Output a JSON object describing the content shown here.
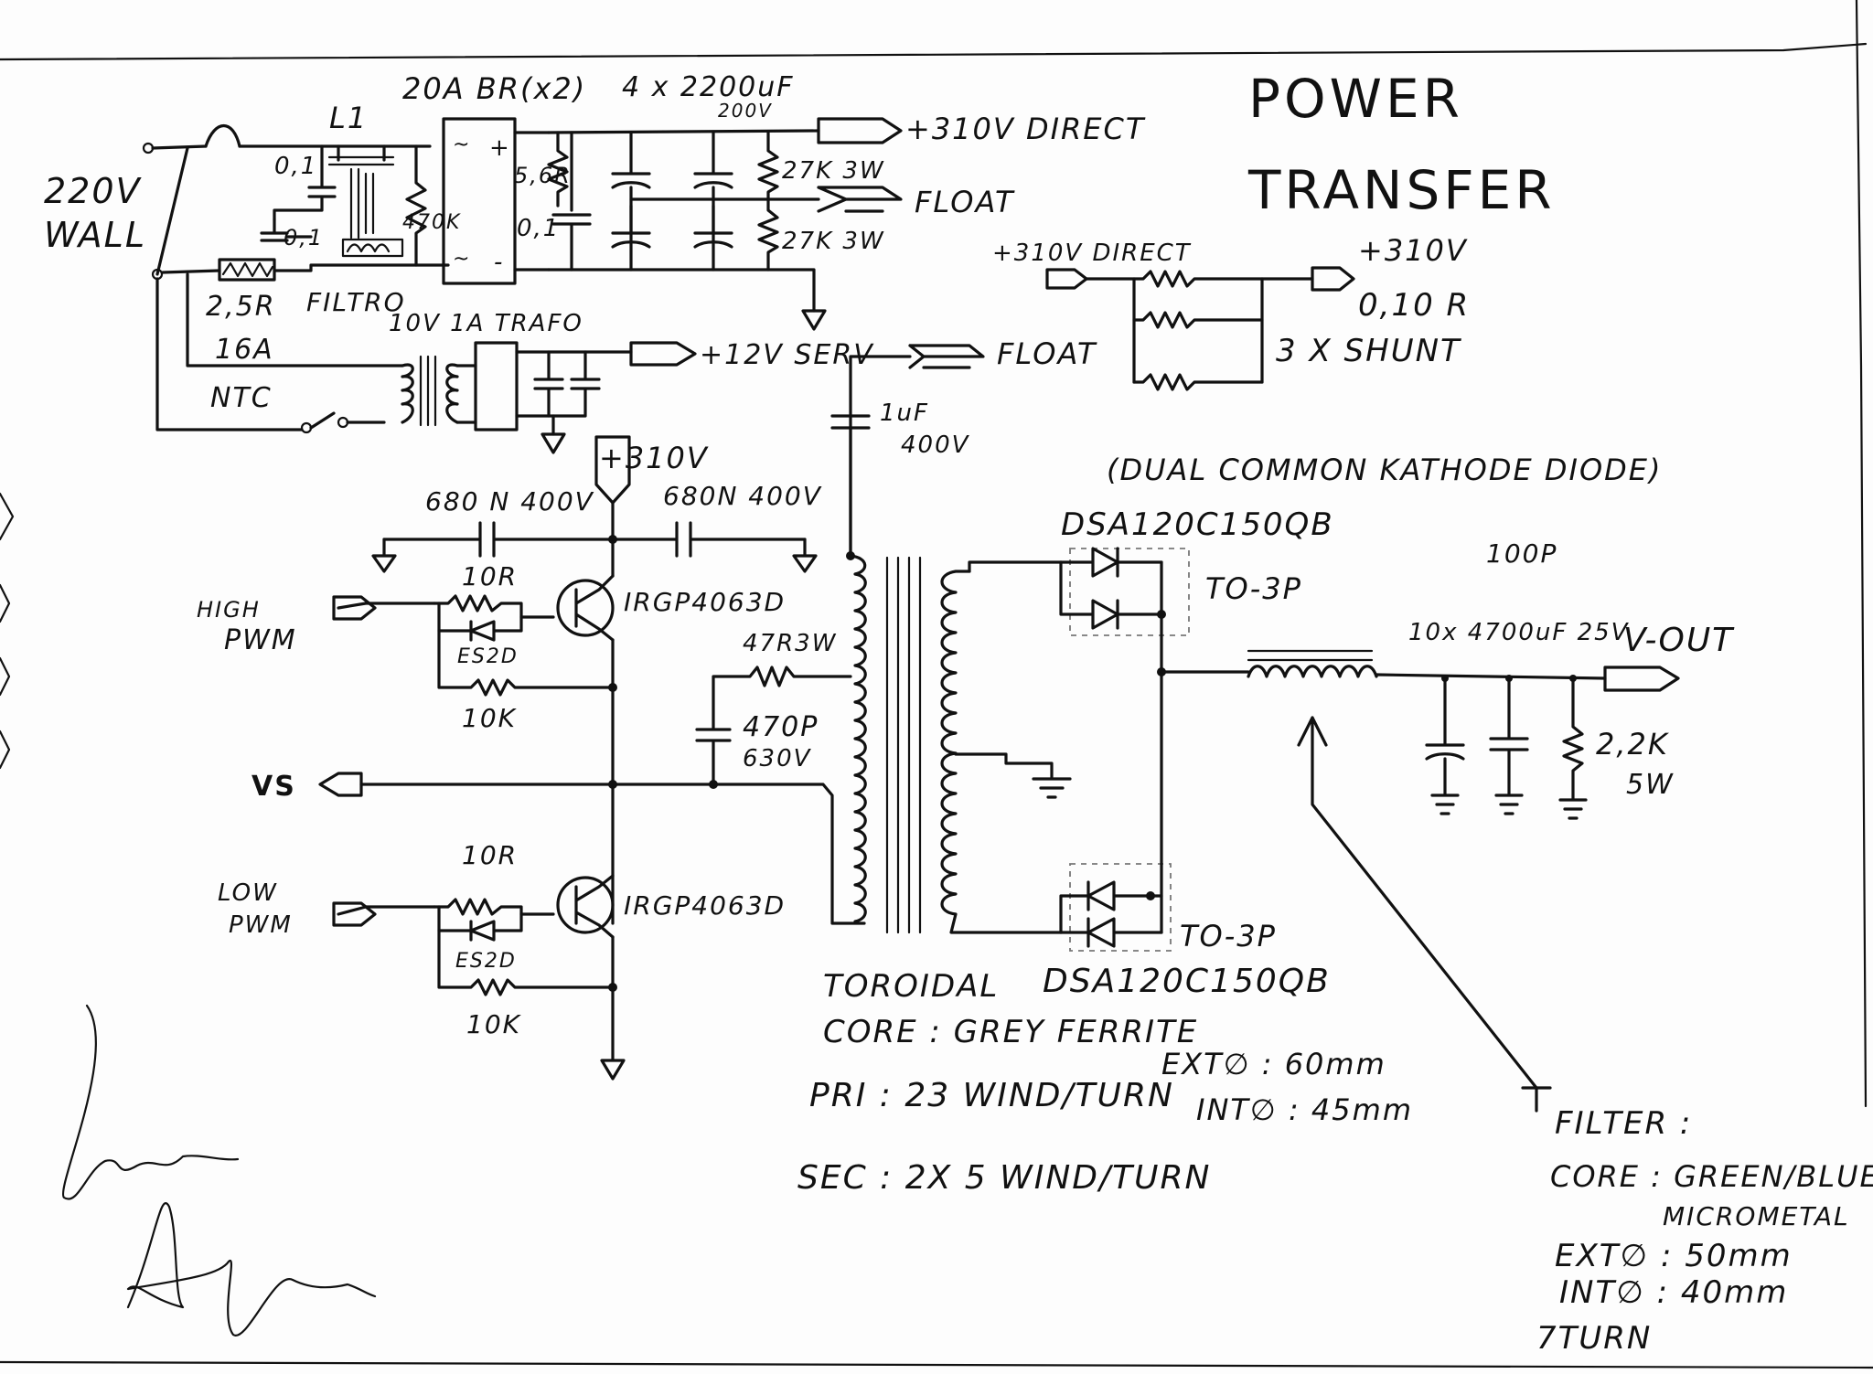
{
  "title": [
    "POWER",
    "TRANSFER"
  ],
  "input": {
    "label": [
      "220V",
      "WALL"
    ]
  },
  "mains_filter": {
    "inductor": "L1",
    "caps": [
      "0,1",
      "0,1"
    ],
    "resistor": "470K",
    "word": "FILTRO"
  },
  "inrush": {
    "resistor": "2,5R",
    "ntc_rating": "16A",
    "ntc": "NTC"
  },
  "bridge": {
    "label": "20A BR(x2)",
    "pins": [
      "~",
      "+",
      "~",
      "-"
    ]
  },
  "bulk": {
    "r1": "5,6R",
    "c1": "0,1",
    "caps": [
      "4 x 2200uF",
      "200V"
    ],
    "bleeders": [
      "27K 3W",
      "27K 3W"
    ],
    "out_direct": "+310V DIRECT",
    "out_float": "FLOAT"
  },
  "aux": {
    "label": "10V 1A TRAFO",
    "out": "+12V SERV"
  },
  "shunt": {
    "in": "+310V DIRECT",
    "out": "+310V",
    "value": "0,10 R",
    "count": "3 X SHUNT"
  },
  "half_bridge": {
    "rail": "+310V",
    "c_left": "680 N 400V",
    "c_right": "680N 400V",
    "high": {
      "input": [
        "HIGH",
        "PWM"
      ],
      "gate_r": "10R",
      "diode": "ES2D",
      "pulldown": "10K",
      "igbt": "IRGP4063D"
    },
    "low": {
      "input": [
        "LOW",
        "PWM"
      ],
      "gate_r": "10R",
      "diode": "ES2D",
      "pulldown": "10K",
      "igbt": "IRGP4063D"
    },
    "vs": "VS",
    "coupling_cap": [
      "1uF",
      "400V"
    ],
    "float": "FLOAT",
    "snubber_r": "47R3W",
    "snubber_c": [
      "470P",
      "630V"
    ]
  },
  "rectifier": {
    "note": "(DUAL COMMON KATHODE DIODE)",
    "part_top": "DSA120C150QB",
    "pkg_top": "TO-3P",
    "part_bottom": "DSA120C150QB",
    "pkg_bottom": "TO-3P"
  },
  "output": {
    "snub": "100P",
    "caps": "10x 4700uF 25V",
    "load": [
      "2,2K",
      "5W"
    ],
    "vout": "V-OUT"
  },
  "transformer_notes": [
    "TOROIDAL",
    "CORE : GREY FERRITE",
    "EXT∅ : 60mm",
    "INT∅ : 45mm",
    "PRI : 23 WIND/TURN",
    "SEC : 2X 5 WIND/TURN"
  ],
  "filter_notes": [
    "FILTER :",
    "CORE : GREEN/BLUE",
    "MICROMETAL",
    "EXT∅ : 50mm",
    "INT∅ : 40mm",
    "7TURN"
  ]
}
